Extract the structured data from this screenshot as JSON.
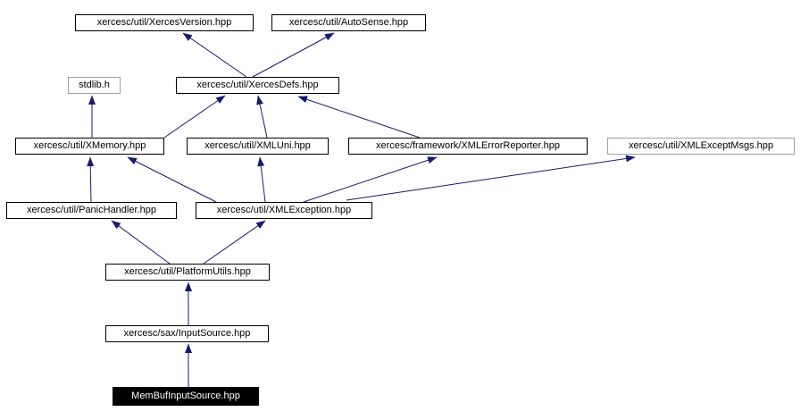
{
  "diagram": {
    "kind": "include-dependency-graph",
    "colors": {
      "background": "#ffffff",
      "edge": "#191970",
      "node_border": "#000000",
      "muted_border": "#a0a0a0",
      "node_text": "#000000",
      "highlight_background": "#000000",
      "highlight_text": "#ffffff"
    },
    "nodes": [
      {
        "id": "xerces-version",
        "label": "xercesc/util/XercesVersion.hpp",
        "variant": "normal"
      },
      {
        "id": "auto-sense",
        "label": "xercesc/util/AutoSense.hpp",
        "variant": "normal"
      },
      {
        "id": "stdlib",
        "label": "stdlib.h",
        "variant": "muted"
      },
      {
        "id": "xerces-defs",
        "label": "xercesc/util/XercesDefs.hpp",
        "variant": "normal"
      },
      {
        "id": "xmemory",
        "label": "xercesc/util/XMemory.hpp",
        "variant": "normal"
      },
      {
        "id": "xmluni",
        "label": "xercesc/util/XMLUni.hpp",
        "variant": "normal"
      },
      {
        "id": "xml-error-reporter",
        "label": "xercesc/framework/XMLErrorReporter.hpp",
        "variant": "normal"
      },
      {
        "id": "xml-except-msgs",
        "label": "xercesc/util/XMLExceptMsgs.hpp",
        "variant": "muted"
      },
      {
        "id": "panic-handler",
        "label": "xercesc/util/PanicHandler.hpp",
        "variant": "normal"
      },
      {
        "id": "xml-exception",
        "label": "xercesc/util/XMLException.hpp",
        "variant": "normal"
      },
      {
        "id": "platform-utils",
        "label": "xercesc/util/PlatformUtils.hpp",
        "variant": "normal"
      },
      {
        "id": "input-source",
        "label": "xercesc/sax/InputSource.hpp",
        "variant": "normal"
      },
      {
        "id": "membuf-input-source",
        "label": "MemBufInputSource.hpp",
        "variant": "highlight"
      }
    ],
    "edges": [
      {
        "from": "xerces-defs",
        "to": "xerces-version"
      },
      {
        "from": "xerces-defs",
        "to": "auto-sense"
      },
      {
        "from": "xmemory",
        "to": "stdlib"
      },
      {
        "from": "xmemory",
        "to": "xerces-defs"
      },
      {
        "from": "xmluni",
        "to": "xerces-defs"
      },
      {
        "from": "xml-error-reporter",
        "to": "xerces-defs"
      },
      {
        "from": "panic-handler",
        "to": "xmemory"
      },
      {
        "from": "xml-exception",
        "to": "xmemory"
      },
      {
        "from": "xml-exception",
        "to": "xmluni"
      },
      {
        "from": "xml-exception",
        "to": "xml-error-reporter"
      },
      {
        "from": "xml-exception",
        "to": "xml-except-msgs"
      },
      {
        "from": "platform-utils",
        "to": "panic-handler"
      },
      {
        "from": "platform-utils",
        "to": "xml-exception"
      },
      {
        "from": "input-source",
        "to": "platform-utils"
      },
      {
        "from": "membuf-input-source",
        "to": "input-source"
      }
    ]
  }
}
